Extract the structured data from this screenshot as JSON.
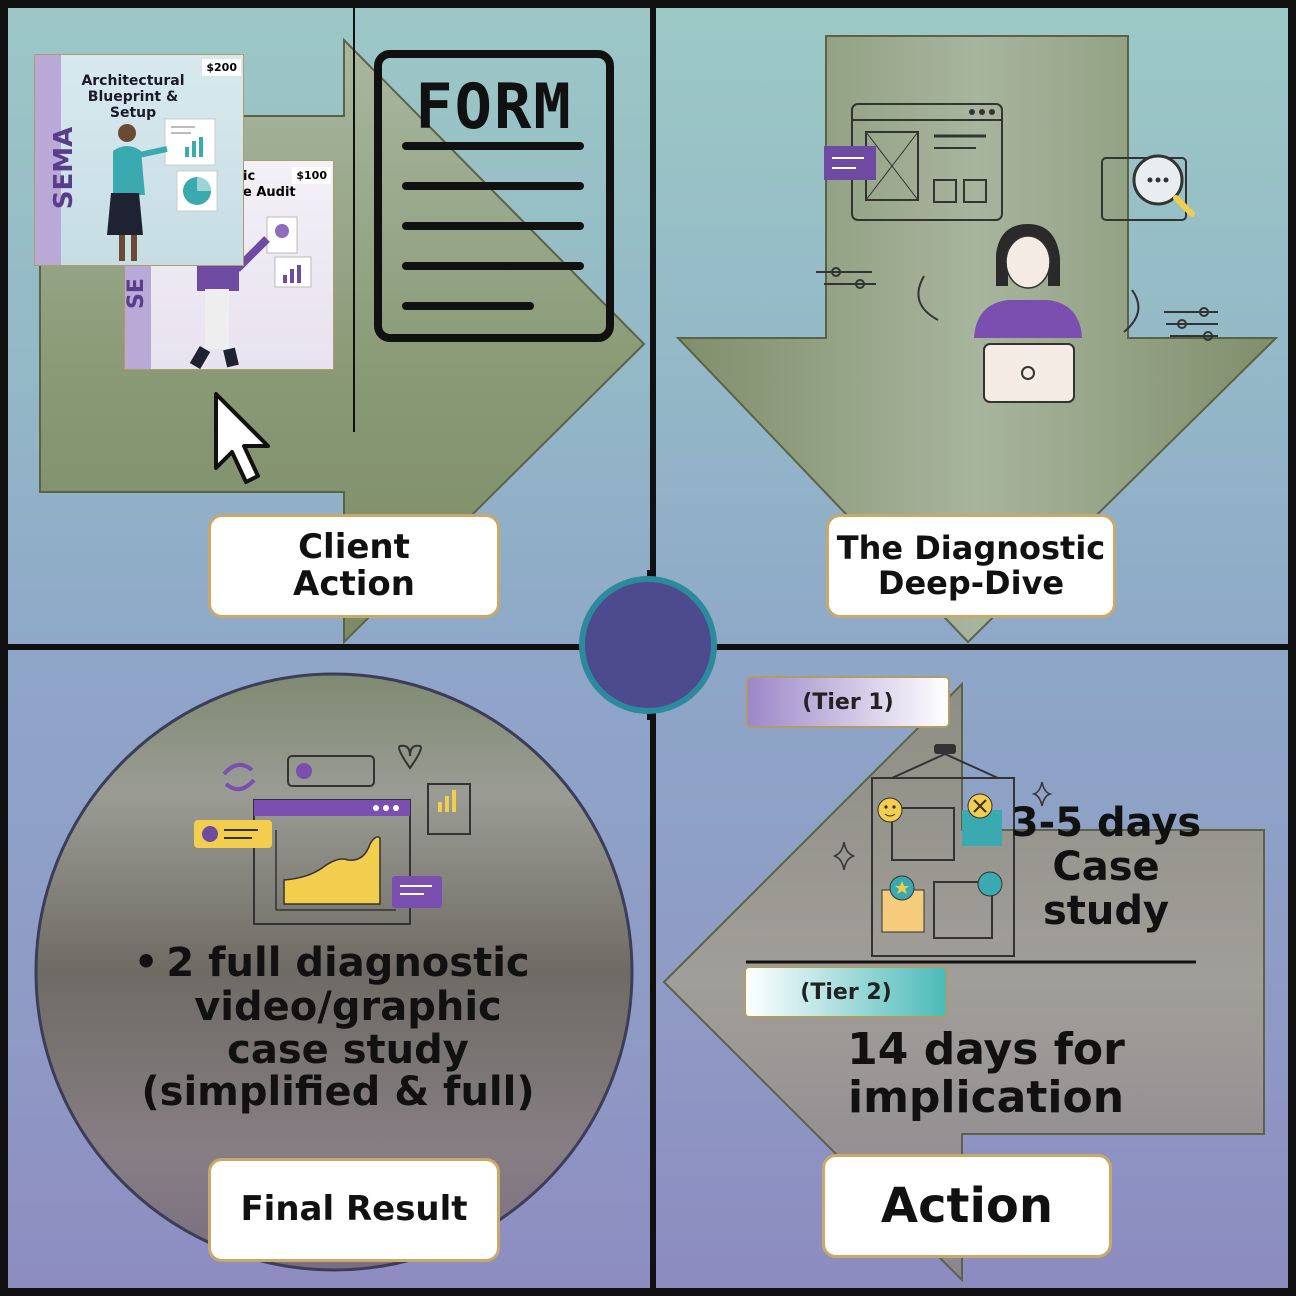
{
  "panels": {
    "client_action": {
      "label_line1": "Client",
      "label_line2": "Action",
      "card_front": {
        "title_line1": "Architectural",
        "title_line2": "Blueprint & Setup",
        "price": "$200",
        "brand": "SEMA"
      },
      "card_back": {
        "title_line1": "ic",
        "title_line2": "e Audit",
        "price": "$100",
        "brand": "SE"
      },
      "form_title": "FORM",
      "icons": [
        "presentation-illustration",
        "form-document-icon",
        "mouse-cursor-icon",
        "right-arrow-shape"
      ]
    },
    "diagnostic": {
      "label_line1": "The Diagnostic",
      "label_line2": "Deep-Dive",
      "icons": [
        "woman-laptop-illustration",
        "wireframe-window-icon",
        "magnifier-icon",
        "sliders-icon",
        "down-arrow-shape"
      ]
    },
    "final_result": {
      "bullet": "•",
      "text_line1": "2 full diagnostic",
      "text_line2": "video/graphic",
      "text_line3": "case study",
      "text_line4": "(simplified & full)",
      "label": "Final Result",
      "icons": [
        "analytics-window-icon",
        "heart-icon",
        "refresh-icon",
        "chart-card-icon",
        "message-icon"
      ]
    },
    "action": {
      "tier1": "(Tier 1)",
      "tier1_text_line1": "3-5 days",
      "tier1_text_line2": "Case",
      "tier1_text_line3": "study",
      "tier2": "(Tier 2)",
      "tier2_text_line1": "14 days for",
      "tier2_text_line2": "implication",
      "label": "Action",
      "icons": [
        "board-icon",
        "smiley-icon",
        "star-icon",
        "sparkle-icon",
        "left-arrow-shape"
      ]
    }
  },
  "colors": {
    "arrow_olive": "#8a9874",
    "purple": "#6f4aa3",
    "teal_ring": "#2b8a9c",
    "center_circle": "#4d4a8e",
    "label_border": "#c9a86a",
    "chart_teal": "#3ba9b0",
    "yellow": "#f2cd4e"
  }
}
